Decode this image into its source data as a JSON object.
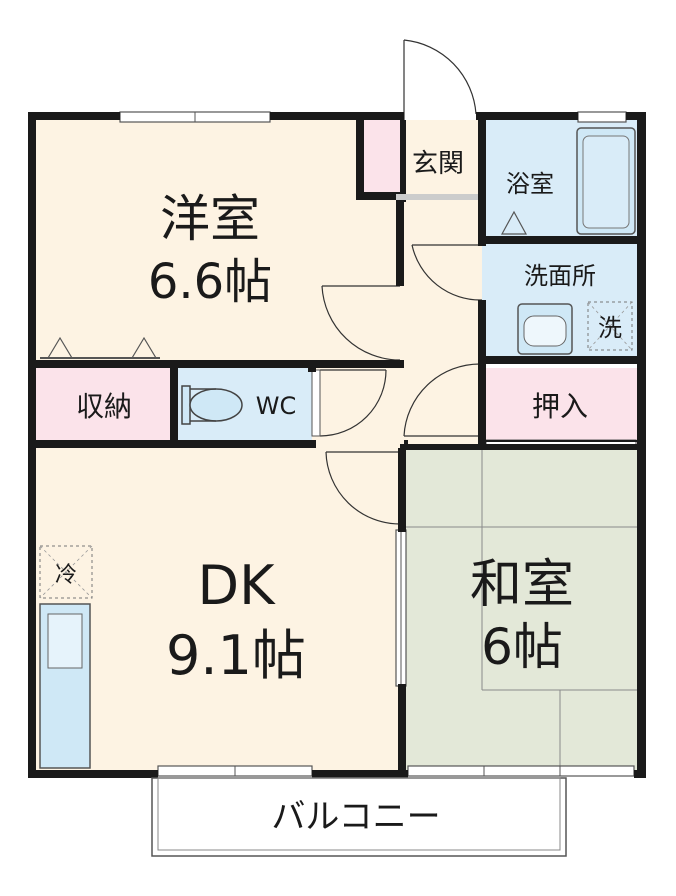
{
  "rooms": {
    "western": {
      "name": "洋室",
      "size": "6.6帖"
    },
    "entrance": {
      "name": "玄関"
    },
    "bath": {
      "name": "浴室"
    },
    "washroom": {
      "name": "洗面所"
    },
    "washer": {
      "name": "洗"
    },
    "storage": {
      "name": "収納"
    },
    "toilet": {
      "name": "WC"
    },
    "closet": {
      "name": "押入"
    },
    "dk": {
      "name": "DK",
      "size": "9.1帖"
    },
    "fridge": {
      "name": "冷"
    },
    "japanese": {
      "name": "和室",
      "size": "6帖"
    },
    "balcony": {
      "name": "バルコニー"
    }
  },
  "colors": {
    "wall": "#1a1a1a",
    "floor_wood": "#fdf3e3",
    "floor_tatami": "#e3e8d8",
    "floor_wet": "#d9ecf8",
    "floor_pink": "#fbe3ea",
    "fixture": "#cfe8f6"
  }
}
